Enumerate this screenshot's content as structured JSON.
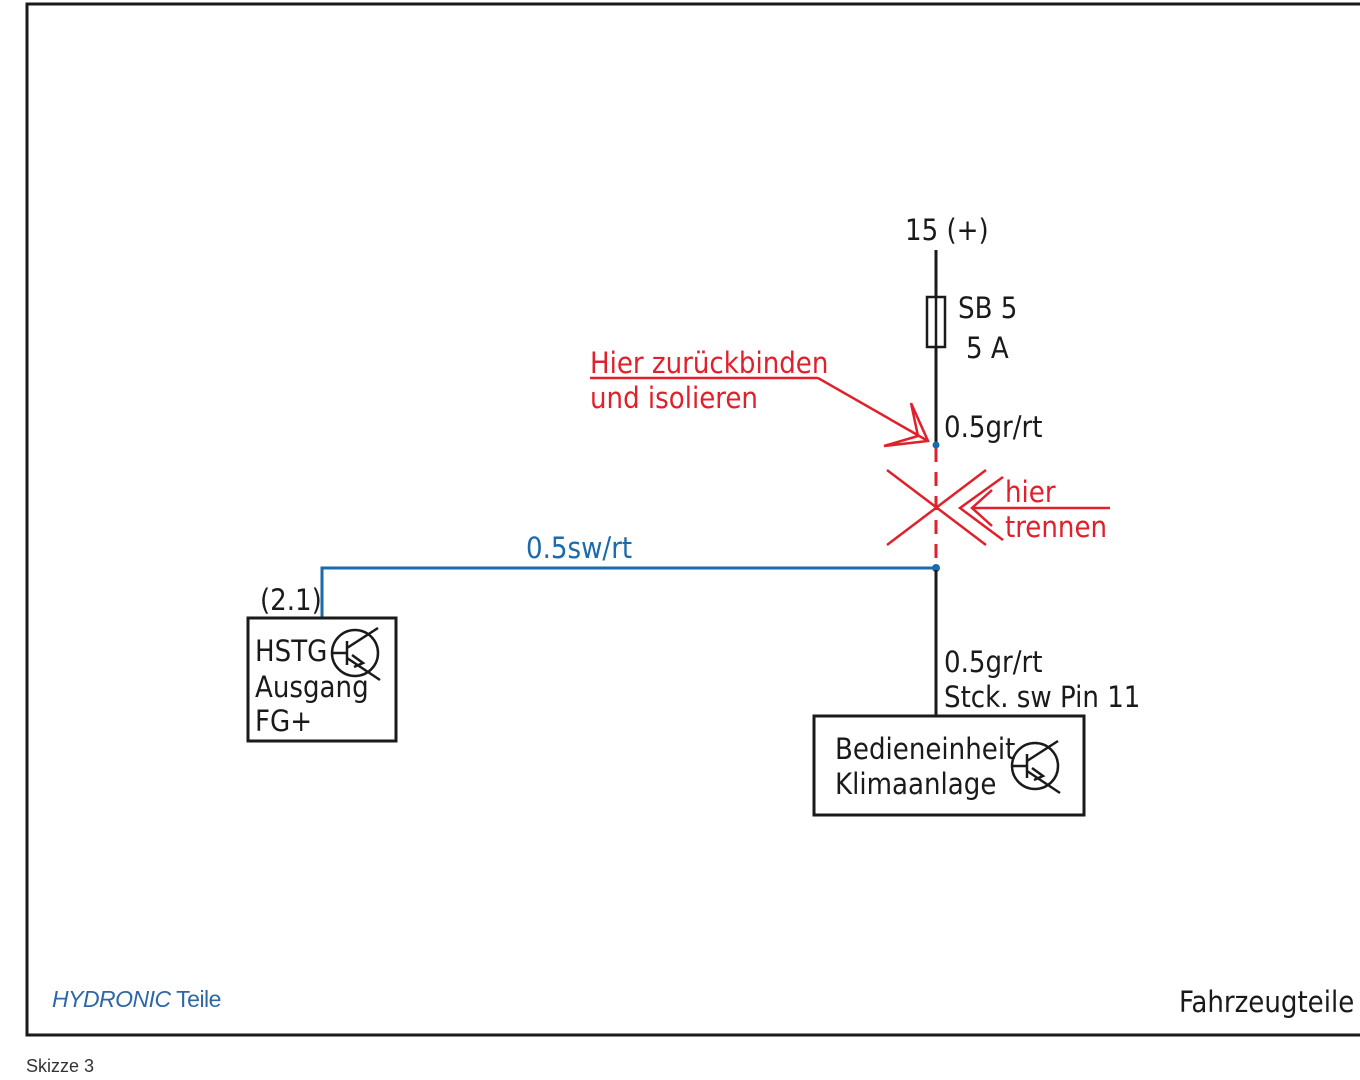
{
  "diagram": {
    "type": "wiring-schematic",
    "supply": {
      "label": "15 (+)"
    },
    "fuse": {
      "name": "SB 5",
      "rating": "5 A"
    },
    "wires": {
      "upper_gr_rt": "0.5gr/rt",
      "lower_gr_rt": "0.5gr/rt",
      "lower_connector": "Stck. sw Pin 11",
      "sw_rt": "0.5sw/rt"
    },
    "annotations": {
      "tie_back_line1": "Hier zurückbinden",
      "tie_back_line2": "und isolieren",
      "cut_line1": "hier",
      "cut_line2": "trennen"
    },
    "components": {
      "hstg": {
        "pin": "(2.1)",
        "line1": "HSTG",
        "line2": "Ausgang",
        "line3": "FG+",
        "icon": "transistor-icon"
      },
      "control_unit": {
        "line1": "Bedieneinheit",
        "line2": "Klimaanlage",
        "icon": "transistor-icon"
      }
    },
    "colors": {
      "wire_black": "#1a1a1a",
      "wire_blue": "#1a6aad",
      "annotation_red": "#e0202a"
    }
  },
  "footer": {
    "brand_italic": "HYDRONIC",
    "brand_rest": " Teile",
    "right_label": "Fahrzeugteile",
    "caption": "Skizze 3"
  }
}
